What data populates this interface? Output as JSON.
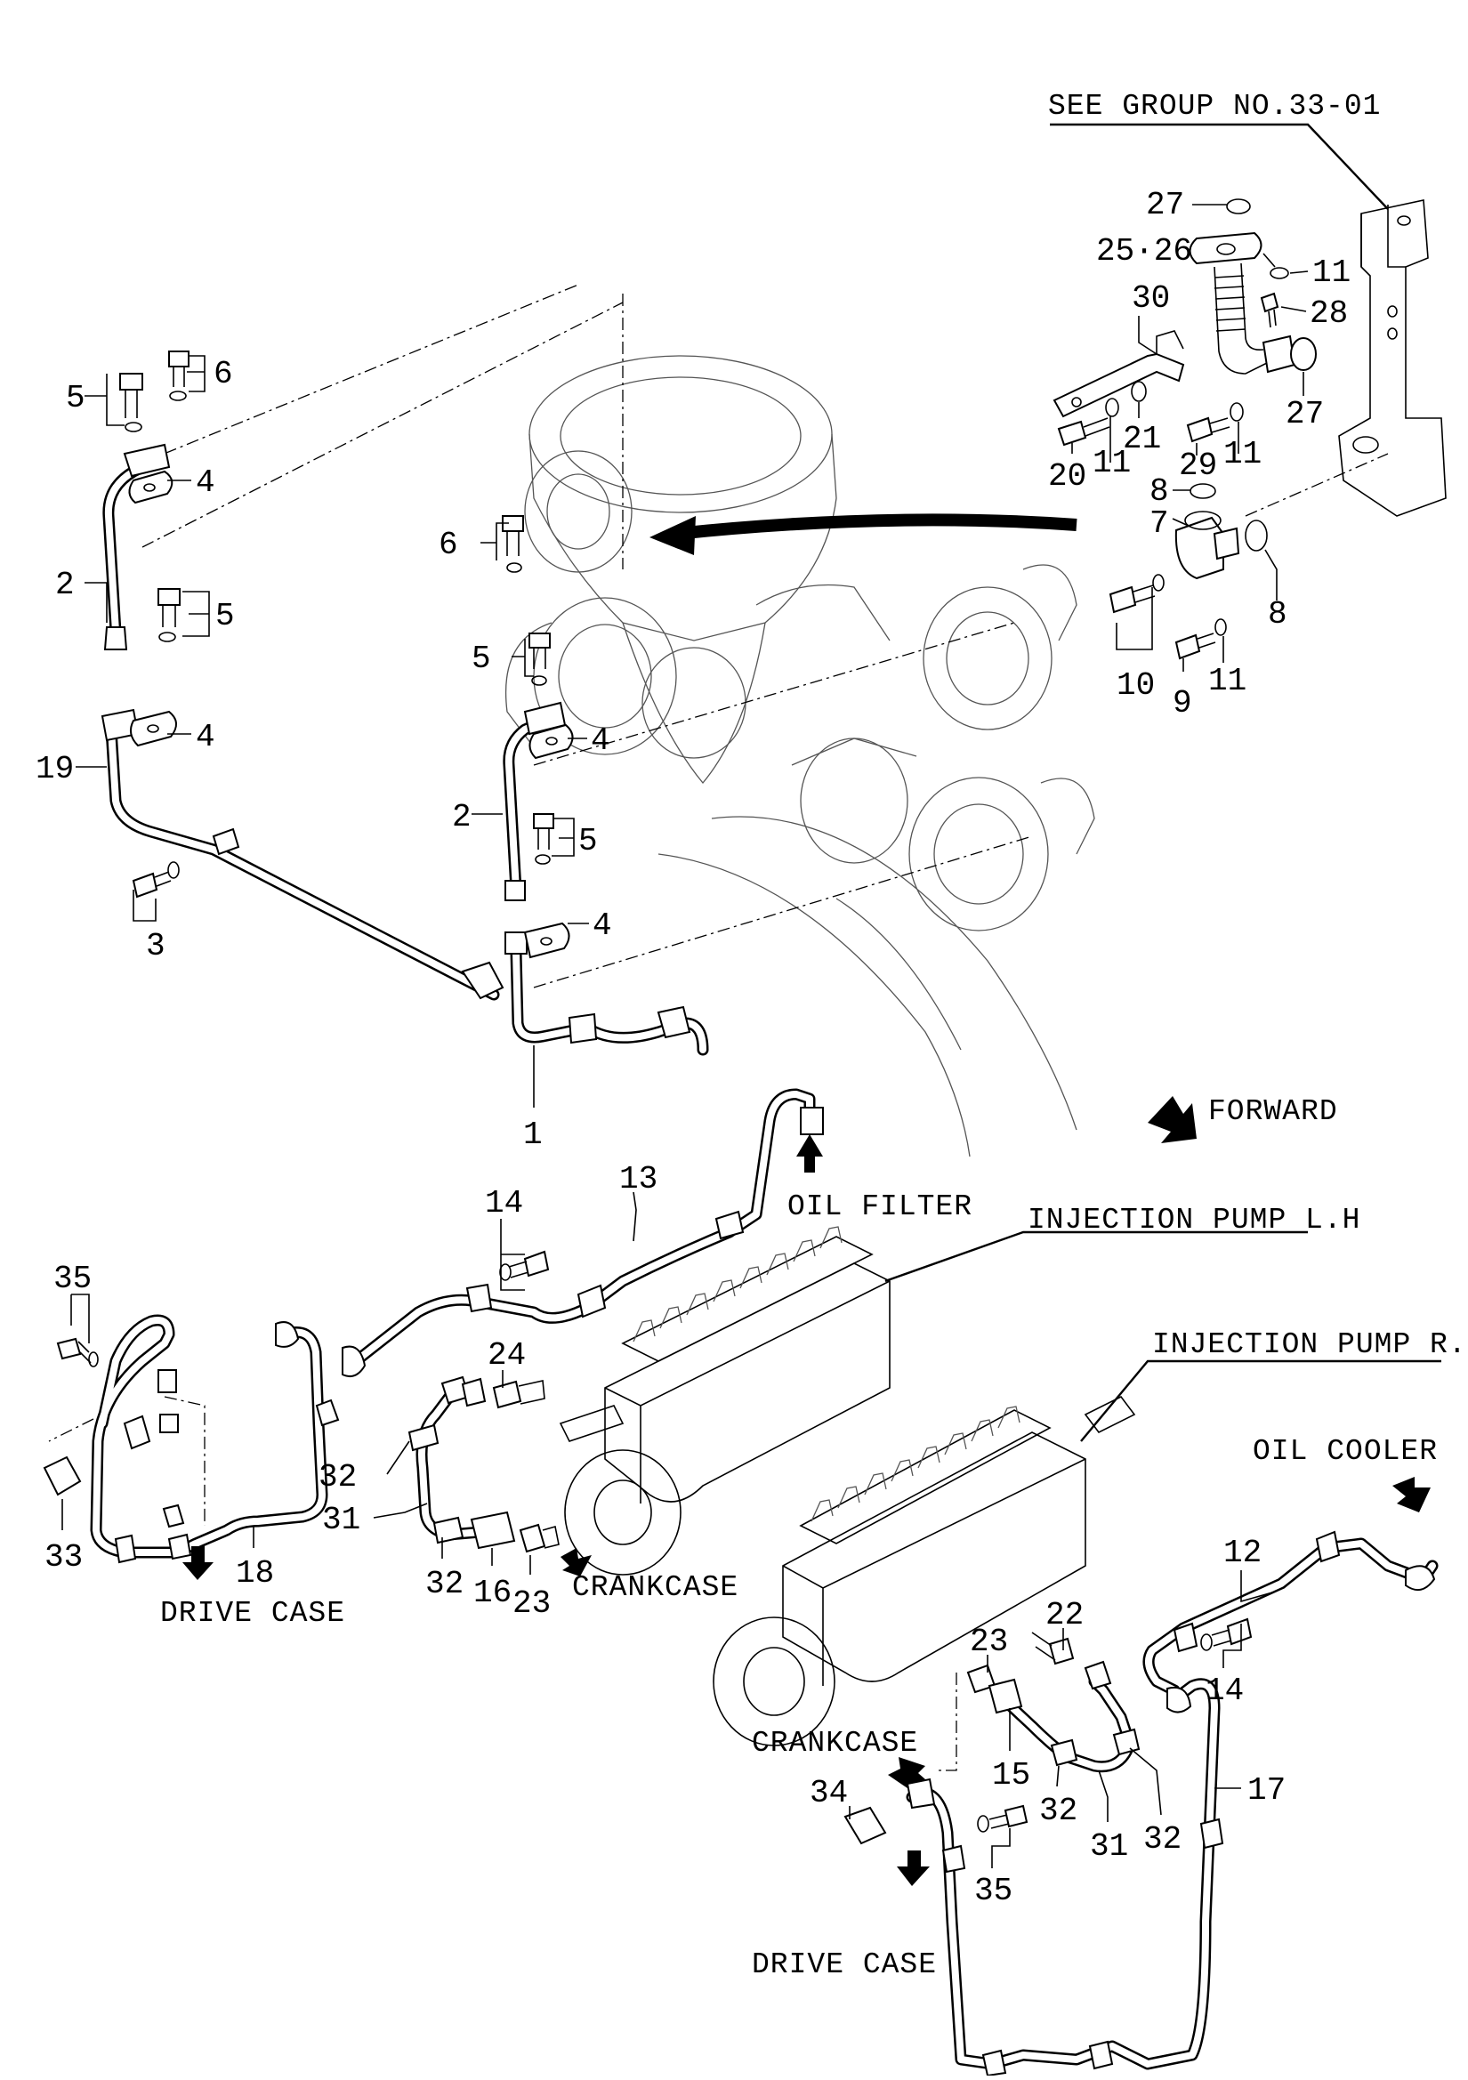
{
  "labels": {
    "see_group": "SEE GROUP NO.33-01",
    "forward": "FORWARD",
    "oil_filter": "OIL FILTER",
    "injection_pump_lh": "INJECTION PUMP L.H",
    "injection_pump_rh": "INJECTION PUMP R.H",
    "oil_cooler": "OIL COOLER",
    "drive_case_left": "DRIVE CASE",
    "drive_case_bottom": "DRIVE CASE",
    "crankcase_mid": "CRANKCASE",
    "crankcase_right": "CRANKCASE"
  },
  "part_numbers": {
    "p1": "1",
    "p2a": "2",
    "p2b": "2",
    "p3": "3",
    "p4a": "4",
    "p4b": "4",
    "p4c": "4",
    "p4d": "4",
    "p5a": "5",
    "p5b": "5",
    "p5c": "5",
    "p5d": "5",
    "p6a": "6",
    "p6b": "6",
    "p7": "7",
    "p8a": "8",
    "p8b": "8",
    "p9": "9",
    "p10": "10",
    "p11a": "11",
    "p11b": "11",
    "p11c": "11",
    "p11d": "11",
    "p12": "12",
    "p13": "13",
    "p14a": "14",
    "p14b": "14",
    "p15": "15",
    "p16": "16",
    "p17": "17",
    "p18": "18",
    "p19": "19",
    "p20": "20",
    "p21": "21",
    "p22": "22",
    "p23a": "23",
    "p23b": "23",
    "p24": "24",
    "p25_26": "25·26",
    "p27a": "27",
    "p27b": "27",
    "p28": "28",
    "p29": "29",
    "p30": "30",
    "p31a": "31",
    "p31b": "31",
    "p32a": "32",
    "p32b": "32",
    "p32c": "32",
    "p32d": "32",
    "p33": "33",
    "p34": "34",
    "p35a": "35",
    "p35b": "35"
  }
}
